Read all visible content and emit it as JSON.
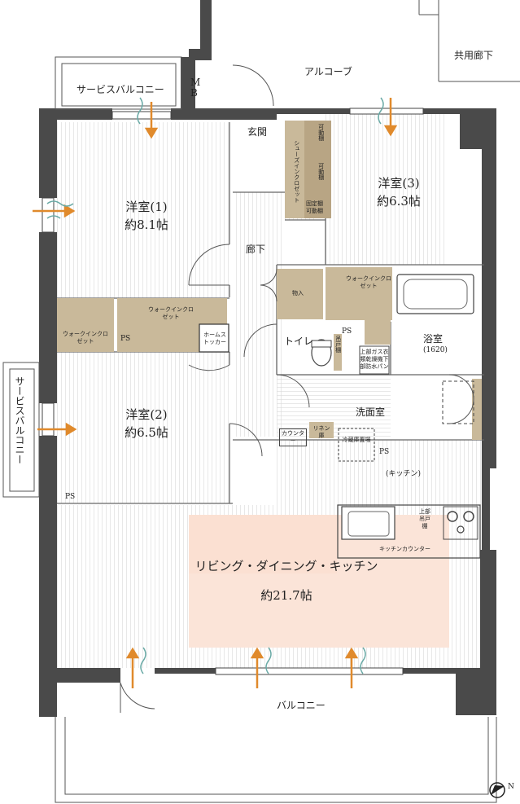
{
  "floorplan": {
    "areas": {
      "common_corridor": "共用廊下",
      "alcove": "アルコーブ",
      "service_balcony_top": "サービスバルコニー",
      "service_balcony_left": "サービスバルコニー",
      "balcony": "バルコニー",
      "mb": "M B",
      "entrance": "玄関",
      "hallway": "廊下"
    },
    "rooms": {
      "bedroom1": {
        "name": "洋室(1)",
        "size": "約8.1帖"
      },
      "bedroom2": {
        "name": "洋室(2)",
        "size": "約6.5帖"
      },
      "bedroom3": {
        "name": "洋室(3)",
        "size": "約6.3帖"
      },
      "ldk": {
        "name": "リビング・ダイニング・キッチン",
        "size": "約21.7帖"
      },
      "toilet": "トイレ",
      "bathroom": "浴室",
      "bathroom_size": "(1620)",
      "washroom": "洗面室",
      "kitchen": "(キッチン)"
    },
    "storage": {
      "shoes_closet": "シューズインクロゼット",
      "movable_shelf_1": "可動棚",
      "movable_shelf_2": "可動棚",
      "fixed_shelf": "固定棚",
      "movable_shelf_3": "可動棚",
      "walkin_closet_1": "ウォークインクロゼット",
      "walkin_closet_2": "ウォークインクロゼット",
      "walkin_closet_3": "ウォークインクロゼット",
      "storage": "物入",
      "home_stocker": "ホームストッカー",
      "linen": "リネン庫",
      "counter": "カウンター",
      "fridge": "冷蔵庫置場",
      "upper_shelf": "上部吊戸棚",
      "dryer": "上部ガス衣類乾燥機下部防水パン",
      "kitchen_counter": "キッチンカウンター",
      "toilet_shelf": "吊戸棚"
    },
    "ps_labels": [
      "PS",
      "PS",
      "PS",
      "PS"
    ],
    "colors": {
      "wall": "#4a4a4a",
      "storage_fill": "#c9b99a",
      "storage_dark": "#9c8966",
      "ldk_highlight": "#fbe4d8",
      "arrow": "#e08a2c",
      "wind": "#6aaaa6",
      "floor_line": "#cfcfcf"
    },
    "icons": [
      "north-arrow-icon",
      "ventilation-arrow-icon",
      "bathtub-icon",
      "sink-icon",
      "stove-icon",
      "toilet-icon",
      "washbasin-icon"
    ],
    "compass": "N"
  }
}
